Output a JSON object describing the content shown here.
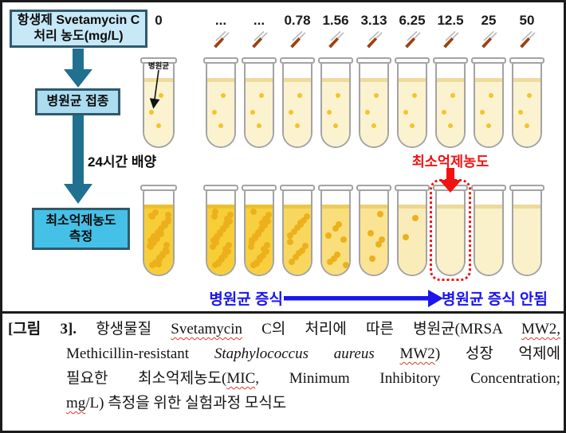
{
  "flowchart": {
    "box1": {
      "line1": "항생제 Svetamycin C",
      "line2": "처리 농도(mg/L)"
    },
    "box2": {
      "label": "병원균 접종"
    },
    "incubation_label": "24시간 배양",
    "box3": {
      "line1": "최소억제농도",
      "line2": "측정"
    }
  },
  "concentrations": [
    "0",
    "...",
    "...",
    "0.78",
    "1.56",
    "3.13",
    "6.25",
    "12.5",
    "25",
    "50"
  ],
  "tubes": {
    "pathogen_label": "병원균",
    "before": {
      "liquid_color": "#fbf2d0",
      "dot_color": "#f5c32b",
      "dots_per_tube": 3
    },
    "after": [
      {
        "concentration": "0",
        "liquid": "#f8ce38",
        "dots": 30
      },
      {
        "concentration": "...",
        "liquid": "#f8ce38",
        "dots": 26
      },
      {
        "concentration": "...",
        "liquid": "#f8cf3e",
        "dots": 24
      },
      {
        "concentration": "0.78",
        "liquid": "#f9d75e",
        "dots": 13
      },
      {
        "concentration": "1.56",
        "liquid": "#fade7b",
        "dots": 8
      },
      {
        "concentration": "3.13",
        "liquid": "#fae493",
        "dots": 5
      },
      {
        "concentration": "6.25",
        "liquid": "#faecb9",
        "dots": 2
      },
      {
        "concentration": "12.5",
        "liquid": "#faf0c9",
        "dots": 0,
        "mic": true
      },
      {
        "concentration": "25",
        "liquid": "#faf0c9",
        "dots": 0
      },
      {
        "concentration": "50",
        "liquid": "#faf0c9",
        "dots": 0
      }
    ],
    "after_dot_color": "#ecb01c"
  },
  "annotations": {
    "mic_label": "최소억제농도",
    "growth": "병원균 증식",
    "no_growth": "병원균 증식 안됨"
  },
  "caption": {
    "label": "[그림 3].",
    "l1": [
      "항생물질 ",
      "Svetamycin",
      " C의 처리에 따른 병원균(MRSA ",
      "MW2,"
    ],
    "l2": [
      "Methicillin-resistant ",
      "Staphylococcus aureus",
      " ",
      "MW2",
      ") 성장 억제에"
    ],
    "l3": [
      "필요한 최소억제농도(",
      "MIC",
      ", Minimum Inhibitory Concentration;"
    ],
    "l4": [
      "mg",
      "/L) 측정을 위한 실험과정 모식도"
    ]
  },
  "colors": {
    "flow_arrow_teal": "#20708f",
    "box_border": "#2e5a6d",
    "box1_bg": "#c7e8f6",
    "box2_bg": "#abdcf0",
    "box3_bg": "#45c1e8",
    "mic_red": "#f31212",
    "growth_blue": "#1b15ee",
    "pipette_brown": "#9c4110"
  }
}
